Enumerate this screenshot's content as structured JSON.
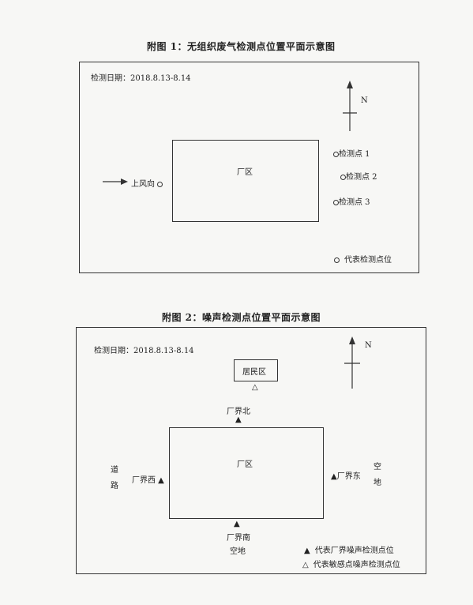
{
  "figure1": {
    "title": "附图 1：无组织废气检测点位置平面示意图",
    "date_label": "检测日期：2018.8.13-8.14",
    "north": "N",
    "plant": "厂区",
    "upwind": "上风向",
    "points": [
      "检测点 1",
      "检测点 2",
      "检测点 3"
    ],
    "legend": "代表检测点位"
  },
  "figure2": {
    "title": "附图 2：噪声检测点位置平面示意图",
    "date_label": "检测日期：2018.8.13-8.14",
    "north": "N",
    "residential": "居民区",
    "plant": "厂区",
    "north_boundary": "厂界北",
    "west_boundary": "厂界西",
    "east_boundary": "厂界东",
    "south_boundary": "厂界南",
    "south_area": "空地",
    "road": [
      "道",
      "路"
    ],
    "east_area": [
      "空",
      "地"
    ],
    "legend": [
      "代表厂界噪声检测点位",
      "代表敏感点噪声检测点位"
    ]
  }
}
